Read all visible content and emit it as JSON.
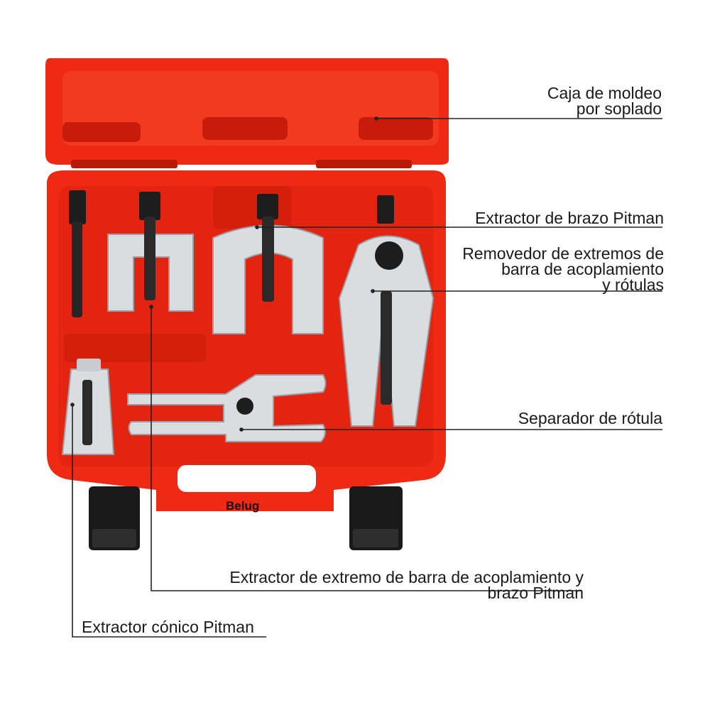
{
  "brand": "Belug",
  "colors": {
    "case_red": "#ee2a14",
    "case_dark_red": "#c81c0a",
    "tool_silver": "#d9dde0",
    "screw_black": "#1d1d1d",
    "latch_black": "#1a1a1a",
    "leader_line": "#222222"
  },
  "callouts": [
    {
      "lines": [
        "Caja de moldeo",
        "por soplado"
      ]
    },
    {
      "lines": [
        "Extractor de brazo Pitman"
      ]
    },
    {
      "lines": [
        "Removedor de extremos de",
        "barra de acoplamiento",
        "y rótulas"
      ]
    },
    {
      "lines": [
        "Separador de rótula"
      ]
    },
    {
      "lines": [
        "Extractor de extremo de barra de acoplamiento y",
        "brazo Pitman"
      ]
    },
    {
      "lines": [
        "Extractor cónico Pitman"
      ]
    }
  ]
}
